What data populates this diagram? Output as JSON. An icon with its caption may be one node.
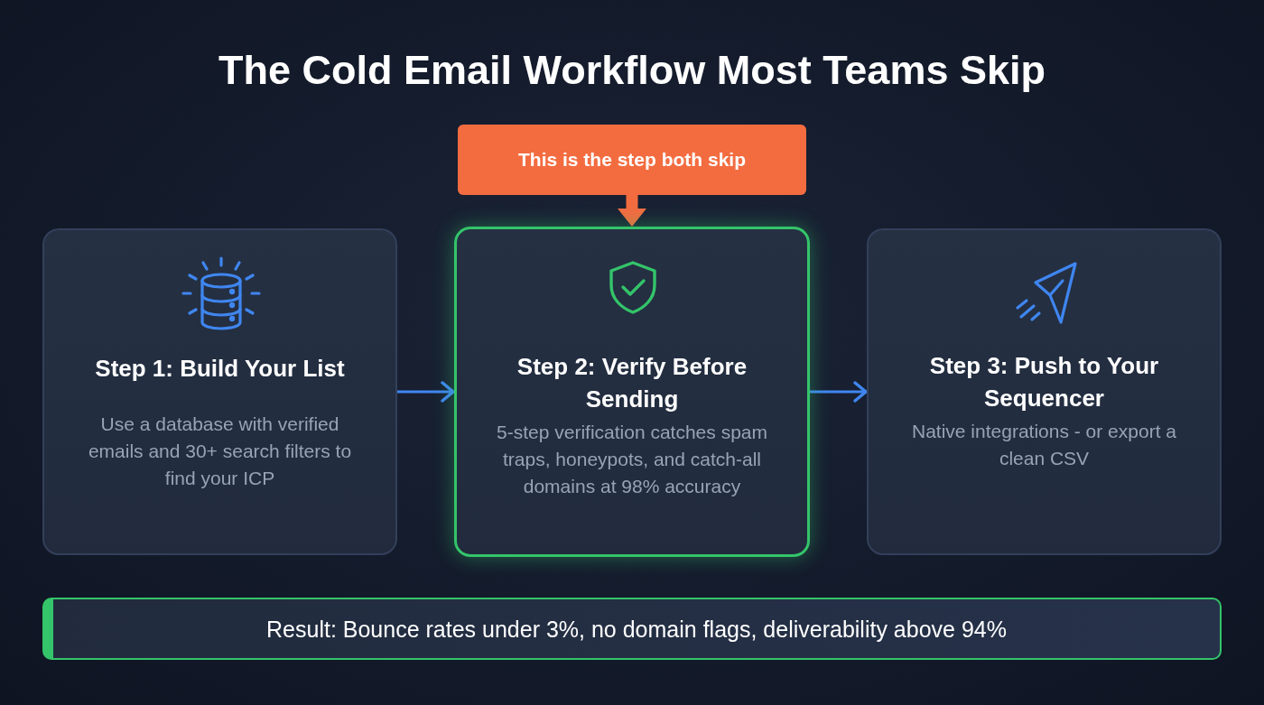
{
  "diagram": {
    "title": "The Cold Email Workflow Most Teams Skip",
    "nodes": [
      {
        "text": [
          "This is the step both skip"
        ]
      },
      {
        "text": [
          "Step 1: Build Your List",
          "Use a database with verified emails and 30+ search filters to find your ICP"
        ]
      },
      {
        "text": [
          "Step 2: Verify Before Sending",
          "5-step verification catches spam traps, honeypots, and catch-all domains at 98% accuracy"
        ]
      },
      {
        "text": [
          "Step 3: Push to Your Sequencer",
          "Native integrations - or export a clean CSV"
        ]
      },
      {
        "text": [
          "Result: Bounce rates under 3%, no domain flags, deliverability above 94%"
        ]
      }
    ],
    "edges": [
      {
        "from": 0,
        "to": 2,
        "arrow": "to",
        "style": "thick",
        "color": "#f36c40"
      },
      {
        "from": 1,
        "to": 2,
        "arrow": "to"
      },
      {
        "from": 2,
        "to": 3,
        "arrow": "to"
      }
    ]
  }
}
